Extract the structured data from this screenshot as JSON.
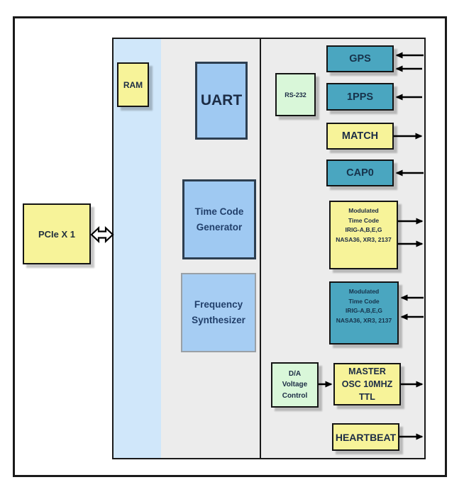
{
  "diagram": {
    "nodes": {
      "pcie": {
        "label": "PCIe X 1"
      },
      "ram": {
        "label": "RAM"
      },
      "uart": {
        "label": "UART"
      },
      "time_code_generator": {
        "lines": [
          "Time Code",
          "Generator"
        ]
      },
      "frequency_synthesizer": {
        "lines": [
          "Frequency",
          "Synthesizer"
        ]
      },
      "rs232": {
        "label": "RS-232"
      },
      "gps": {
        "label": "GPS"
      },
      "one_pps": {
        "label": "1PPS"
      },
      "match": {
        "label": "MATCH"
      },
      "cap0": {
        "label": "CAP0"
      },
      "modulated_time_code_out": {
        "lines": [
          "Modulated",
          "Time Code",
          "IRIG-A,B,E,G",
          "NASA36, XR3, 2137"
        ]
      },
      "modulated_time_code_in": {
        "lines": [
          "Modulated",
          "Time Code",
          "IRIG-A,B,E,G",
          "NASA36, XR3, 2137"
        ]
      },
      "da_voltage_control": {
        "lines": [
          "D/A",
          "Voltage",
          "Control"
        ]
      },
      "master_osc": {
        "lines": [
          "MASTER",
          "OSC 10MHZ",
          "TTL"
        ]
      },
      "heartbeat": {
        "label": "HEARTBEAT"
      }
    },
    "colors": {
      "box_yellow": "#f7f399",
      "box_teal": "#4aa6c0",
      "box_green": "#d9f7d9",
      "box_blue": "#9fc9f2",
      "bus_strip_blue": "#d0e7fa",
      "panel_gray": "#ececec",
      "frame_border": "#1a1a1a",
      "arrow": "#000000"
    },
    "connections": {
      "pcie_to_bus": "bidirectional",
      "gps_inputs": 2,
      "one_pps_inputs": 1,
      "match_outputs": 1,
      "cap0_inputs": 1,
      "modulated_time_code_outputs": 2,
      "modulated_time_code_inputs": 2,
      "da_to_master_osc": 1,
      "master_osc_outputs": 1,
      "heartbeat_outputs": 1
    }
  }
}
